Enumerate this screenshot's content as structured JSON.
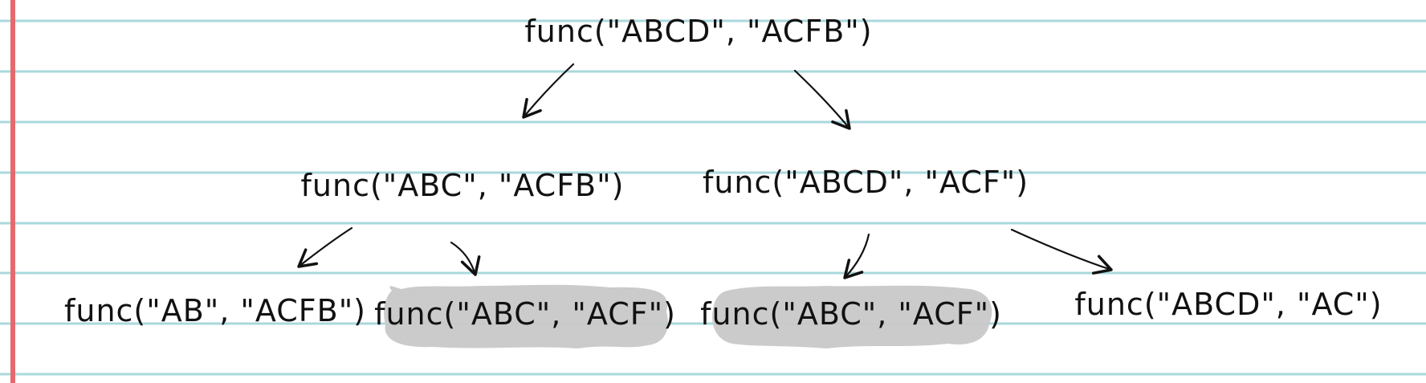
{
  "notebook": {
    "line_color": "#a9d8dc",
    "margin_color": "#e46a6e",
    "highlight_color": "#c8c8c8"
  },
  "tree": {
    "root": {
      "label": "func(\"ABCD\", \"ACFB\")"
    },
    "level1": [
      {
        "label": "func(\"ABC\", \"ACFB\")"
      },
      {
        "label": "func(\"ABCD\", \"ACF\")"
      }
    ],
    "level2": [
      {
        "label": "func(\"AB\", \"ACFB\")",
        "highlighted": false
      },
      {
        "label": "func(\"ABC\", \"ACF\")",
        "highlighted": true
      },
      {
        "label": "func(\"ABC\", \"ACF\")",
        "highlighted": true
      },
      {
        "label": "func(\"ABCD\", \"AC\")",
        "highlighted": false
      }
    ]
  }
}
